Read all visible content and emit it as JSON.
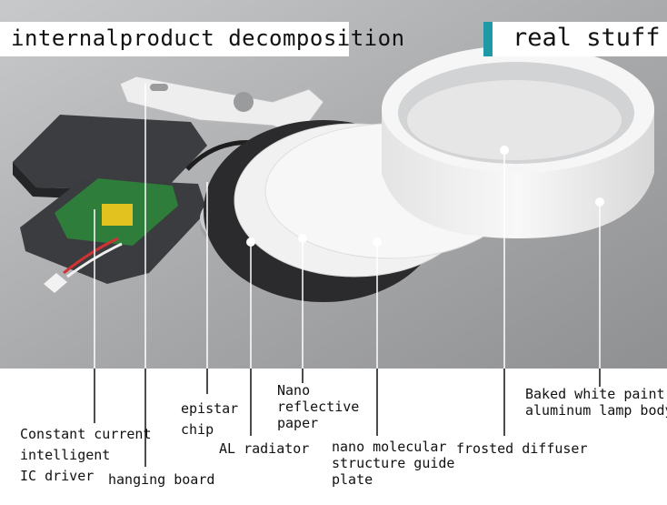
{
  "banner": {
    "left_title": "internalproduct decomposition",
    "right_title": "real stuff"
  },
  "labels": {
    "driver": [
      "Constant current",
      "intelligent",
      "IC driver"
    ],
    "hanging_board": [
      "hanging board"
    ],
    "epistar": [
      "epistar",
      "chip"
    ],
    "radiator": [
      "AL radiator"
    ],
    "nano_paper": [
      "Nano",
      "reflective",
      "paper"
    ],
    "guide_plate": [
      "nano molecular",
      "structure guide",
      "plate"
    ],
    "diffuser": [
      "frosted diffuser"
    ],
    "lamp_body": [
      "Baked white paint",
      "aluminum lamp body"
    ]
  },
  "colors": {
    "accent": "#1e9aa6",
    "photo_bg": "#a8a9ab"
  }
}
